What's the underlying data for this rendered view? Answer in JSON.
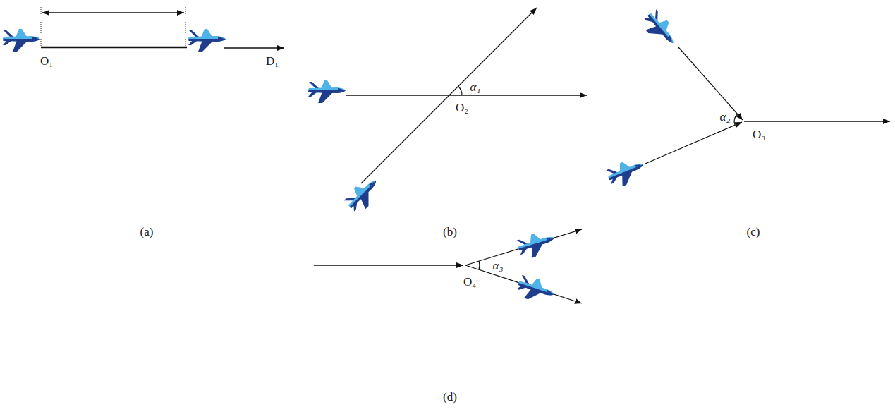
{
  "diagram": {
    "labels": [
      "O₁",
      "D₁",
      "(a)",
      "α₁",
      "O₂",
      "(b)",
      "α₂",
      "O₃",
      "(c)",
      "α₃",
      "O₄",
      "(d)"
    ]
  }
}
